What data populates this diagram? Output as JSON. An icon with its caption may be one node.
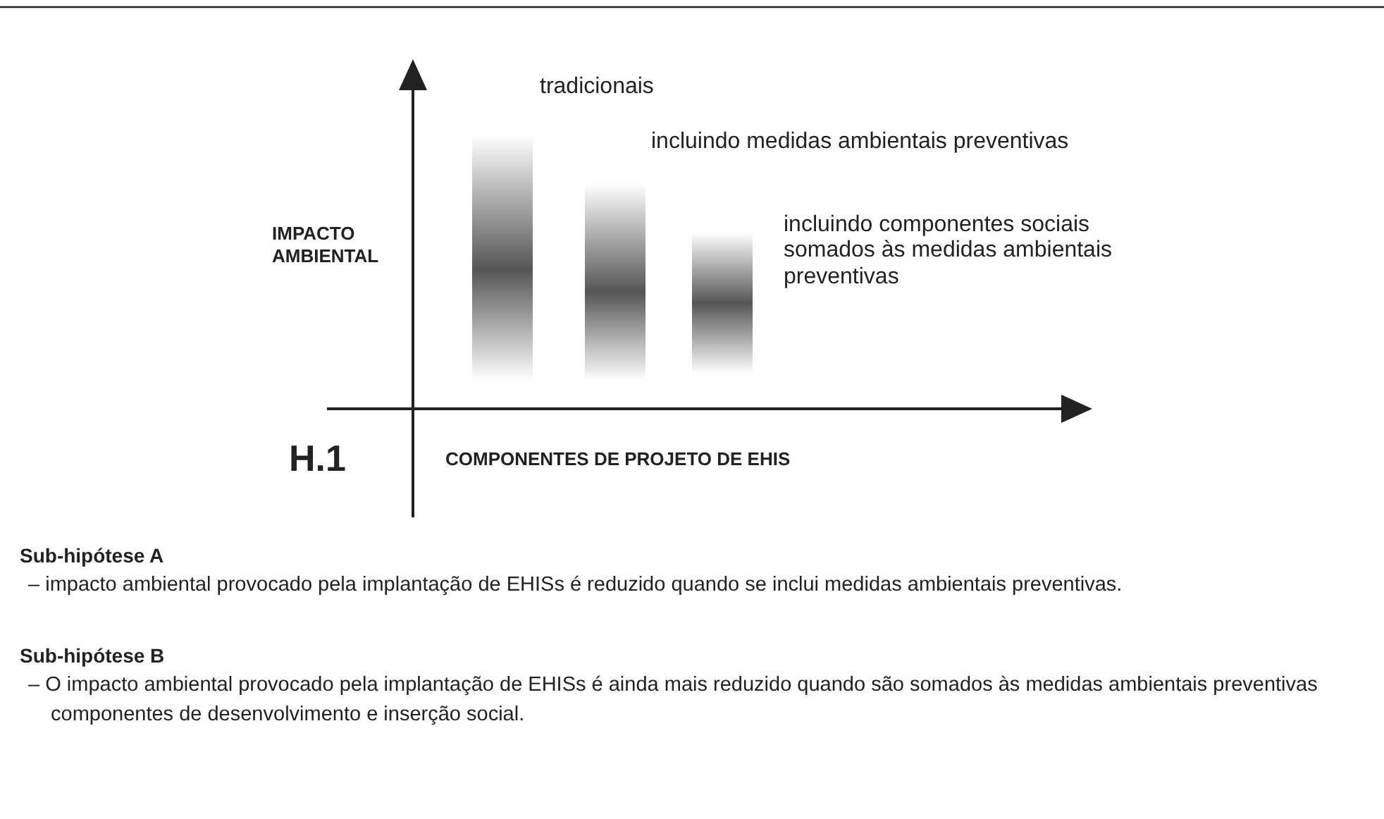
{
  "diagram": {
    "labels": [
      "tradicionais",
      "incluindo medidas ambientais preventivas",
      "IMPACTO AMBIENTAL",
      "incluindo componentes sociais somados às medidas ambientais preventivas",
      "H.1",
      "COMPONENTES DE PROJETO DE EHIS",
      "Sub-hipótese A",
      "– impacto ambiental provocado pela implantação de EHISs é reduzido quando se inclui medidas ambientais preventivas.",
      "Sub-hipótese B",
      "– O impacto ambiental provocado pela implantação de EHISs é ainda mais reduzido quando são somados às medidas ambientais preventivas componentes de desenvolvimento e inserção social."
    ]
  }
}
